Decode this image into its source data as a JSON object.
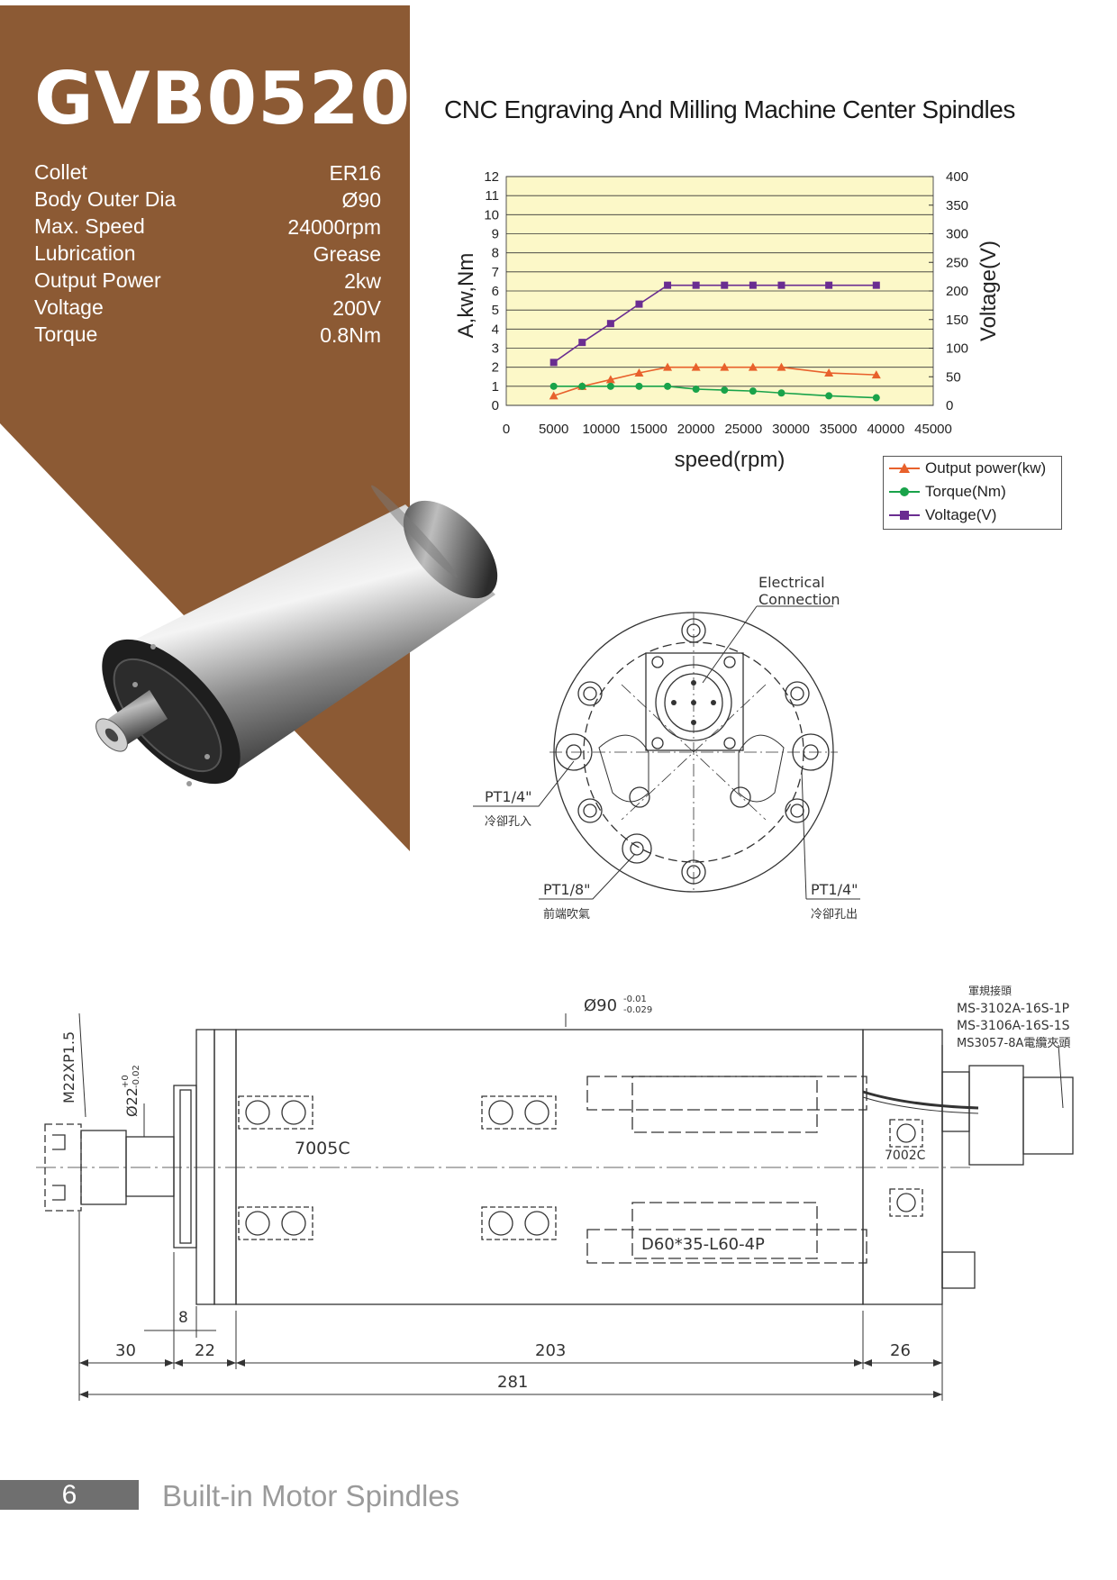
{
  "header": {
    "model": "GVB0520",
    "heading": "CNC Engraving And Milling Machine Center Spindles"
  },
  "specs": [
    {
      "label": "Collet",
      "value": "ER16"
    },
    {
      "label": "Body Outer Dia",
      "value": "Ø90"
    },
    {
      "label": "Max. Speed",
      "value": "24000rpm"
    },
    {
      "label": "Lubrication",
      "value": "Grease"
    },
    {
      "label": "Output Power",
      "value": "2kw"
    },
    {
      "label": "Voltage",
      "value": "200V"
    },
    {
      "label": "Torque",
      "value": "0.8Nm"
    }
  ],
  "chart_data": {
    "type": "line",
    "xlabel": "speed(rpm)",
    "ylabel": "A,kw,Nm",
    "y2label": "Voltage(V)",
    "xlim": [
      0,
      45000
    ],
    "ylim": [
      0,
      12
    ],
    "y2lim": [
      0,
      400
    ],
    "x_ticks": [
      "0",
      "5000",
      "10000",
      "15000",
      "20000",
      "25000",
      "30000",
      "35000",
      "40000",
      "45000"
    ],
    "y_ticks": [
      "0",
      "1",
      "2",
      "3",
      "4",
      "5",
      "6",
      "7",
      "8",
      "9",
      "10",
      "11",
      "12"
    ],
    "y2_ticks": [
      "0",
      "50",
      "100",
      "150",
      "200",
      "250",
      "300",
      "350",
      "400"
    ],
    "grid": true,
    "background": "#fcf8c8",
    "legend_position": "bottom-right",
    "series": [
      {
        "name": "Output power(kw)",
        "axis": "left",
        "color": "#e8612c",
        "marker": "triangle",
        "x": [
          5000,
          8000,
          11000,
          14000,
          17000,
          20000,
          23000,
          26000,
          29000,
          34000,
          39000
        ],
        "values": [
          0.5,
          1.0,
          1.35,
          1.7,
          2.0,
          2.0,
          2.0,
          2.0,
          2.0,
          1.7,
          1.6
        ]
      },
      {
        "name": "Torque(Nm)",
        "axis": "left",
        "color": "#19a34a",
        "marker": "circle",
        "x": [
          5000,
          8000,
          11000,
          14000,
          17000,
          20000,
          23000,
          26000,
          29000,
          34000,
          39000
        ],
        "values": [
          1.0,
          1.0,
          1.0,
          1.0,
          1.0,
          0.85,
          0.8,
          0.75,
          0.65,
          0.5,
          0.4
        ]
      },
      {
        "name": "Voltage(V)",
        "axis": "right",
        "color": "#6a2d91",
        "marker": "square",
        "x": [
          5000,
          8000,
          11000,
          14000,
          17000,
          20000,
          23000,
          26000,
          29000,
          34000,
          39000
        ],
        "values": [
          75,
          110,
          143,
          177,
          210,
          210,
          210,
          210,
          210,
          210,
          210
        ]
      }
    ]
  },
  "flange_drawing": {
    "electrical": "Electrical",
    "connection": "Connection",
    "port_in": "PT1/4\"",
    "port_in_cn": "冷卻孔入",
    "port_air": "PT1/8\"",
    "port_air_cn": "前端吹氣",
    "port_out": "PT1/4\"",
    "port_out_cn": "冷卻孔出"
  },
  "side_drawing": {
    "thread": "M22XP1.5",
    "shaft_dia": "Ø22",
    "shaft_tol_upper": "+0",
    "shaft_tol_lower": "-0.02",
    "body_dia": "Ø90",
    "body_tol_upper": "-0.01",
    "body_tol_lower": "-0.029",
    "connector_cn": "軍規接頭",
    "connector_1": "MS-3102A-16S-1P",
    "connector_2": "MS-3106A-16S-1S",
    "connector_3": "MS3057-8A電纜夾頭",
    "bearing_front": "7005C",
    "bearing_rear": "7002C",
    "motor": "D60*35-L60-4P",
    "dim_8": "8",
    "dim_30": "30",
    "dim_22": "22",
    "dim_203": "203",
    "dim_26": "26",
    "dim_281": "281"
  },
  "footer": {
    "page_number": "6",
    "section": "Built-in Motor Spindles"
  },
  "colors": {
    "brand_brown": "#8c5a34"
  }
}
